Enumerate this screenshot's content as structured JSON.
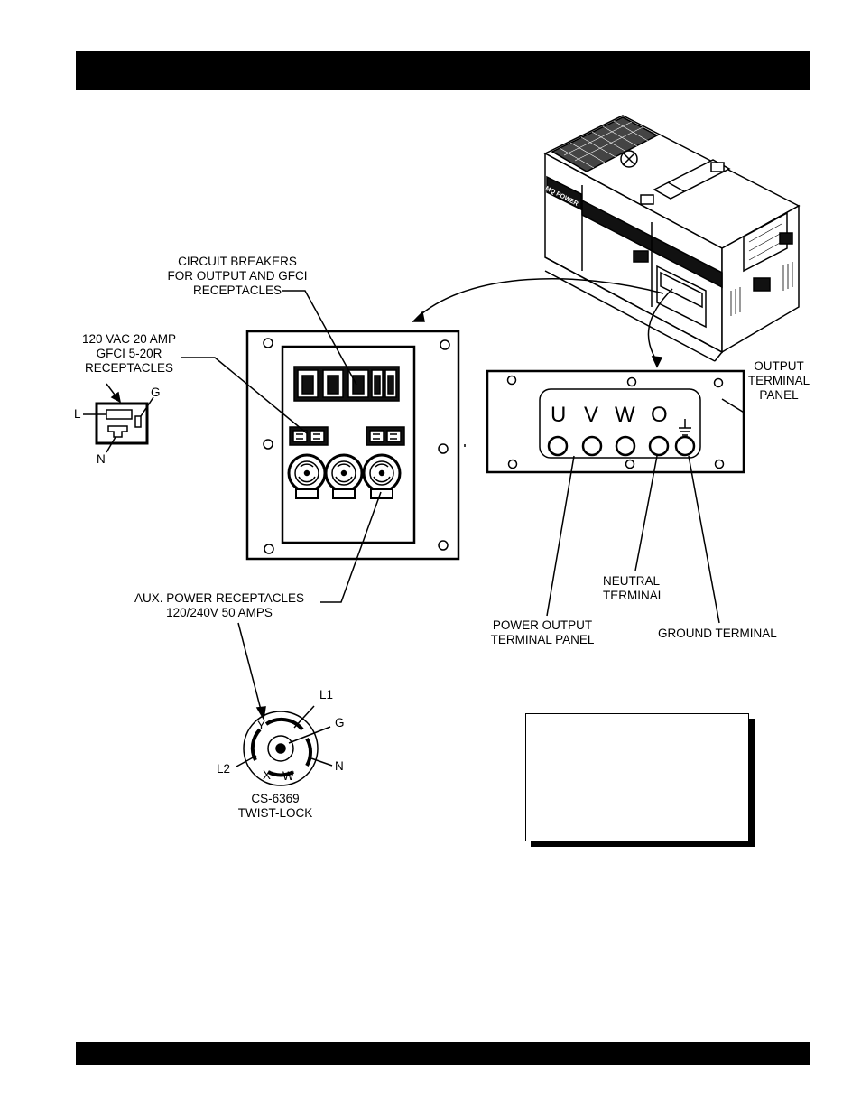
{
  "diagram": {
    "circuit_breakers_label": "CIRCUIT BREAKERS\nFOR OUTPUT AND GFCI\nRECEPTACLES",
    "gfci_label": "120 VAC 20 AMP\nGFCI 5-20R\nRECEPTACLES",
    "gfci_pins": {
      "l": "L",
      "g": "G",
      "n": "N"
    },
    "aux_label": "AUX. POWER RECEPTACLES\n120/240V 50 AMPS",
    "twistlock": {
      "label": "CS-6369\nTWIST-LOCK",
      "l1": "L1",
      "g": "G",
      "l2": "L2",
      "n": "N",
      "y": "Y",
      "x": "X",
      "w": "W"
    },
    "output_terminal_panel_label": "OUTPUT\nTERMINAL\nPANEL",
    "terminals": [
      "U",
      "V",
      "W",
      "O"
    ],
    "neutral_label": "NEUTRAL\nTERMINAL",
    "power_output_label": "POWER OUTPUT\nTERMINAL PANEL",
    "ground_label": "GROUND TERMINAL",
    "generator_brand": "MQ POWER"
  }
}
